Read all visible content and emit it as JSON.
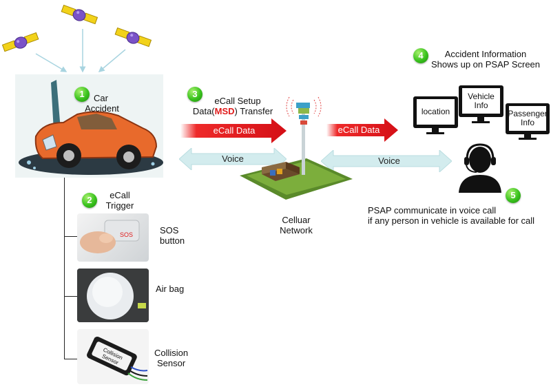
{
  "steps": {
    "s1": {
      "num": "1",
      "line1": "Car",
      "line2": "Accident"
    },
    "s2": {
      "num": "2",
      "line1": "eCall",
      "line2": "Trigger"
    },
    "s3": {
      "num": "3",
      "line1": "eCall Setup",
      "line2_pre": "Data(",
      "line2_msd": "MSD",
      "line2_post": ") Transfer"
    },
    "s4": {
      "num": "4",
      "line1": "Accident Information",
      "line2": "Shows up on PSAP Screen"
    },
    "s5": {
      "num": "5",
      "line1": "PSAP communicate in voice call",
      "line2": "if any person in vehicle is available for call"
    }
  },
  "arrows": {
    "ecall_data_left": "eCall Data",
    "ecall_data_right": "eCall Data",
    "voice_left": "Voice",
    "voice_right": "Voice"
  },
  "network": {
    "line1": "Celluar",
    "line2": "Network"
  },
  "monitors": {
    "location": "location",
    "vehicle_line1": "Vehicle",
    "vehicle_line2": "Info",
    "passenger_line1": "Passenger",
    "passenger_line2": "Info"
  },
  "triggers": {
    "sos_line1": "SOS",
    "sos_line2": "button",
    "airbag": "Air bag",
    "collision_line1": "Collision",
    "collision_line2": "Sensor",
    "sensor_label": "Collision Sensor"
  },
  "colors": {
    "badge": "#39c21d",
    "data_arrow": "#e8131b",
    "voice_arrow": "#d6eef0",
    "msd": "#e01b1b"
  }
}
